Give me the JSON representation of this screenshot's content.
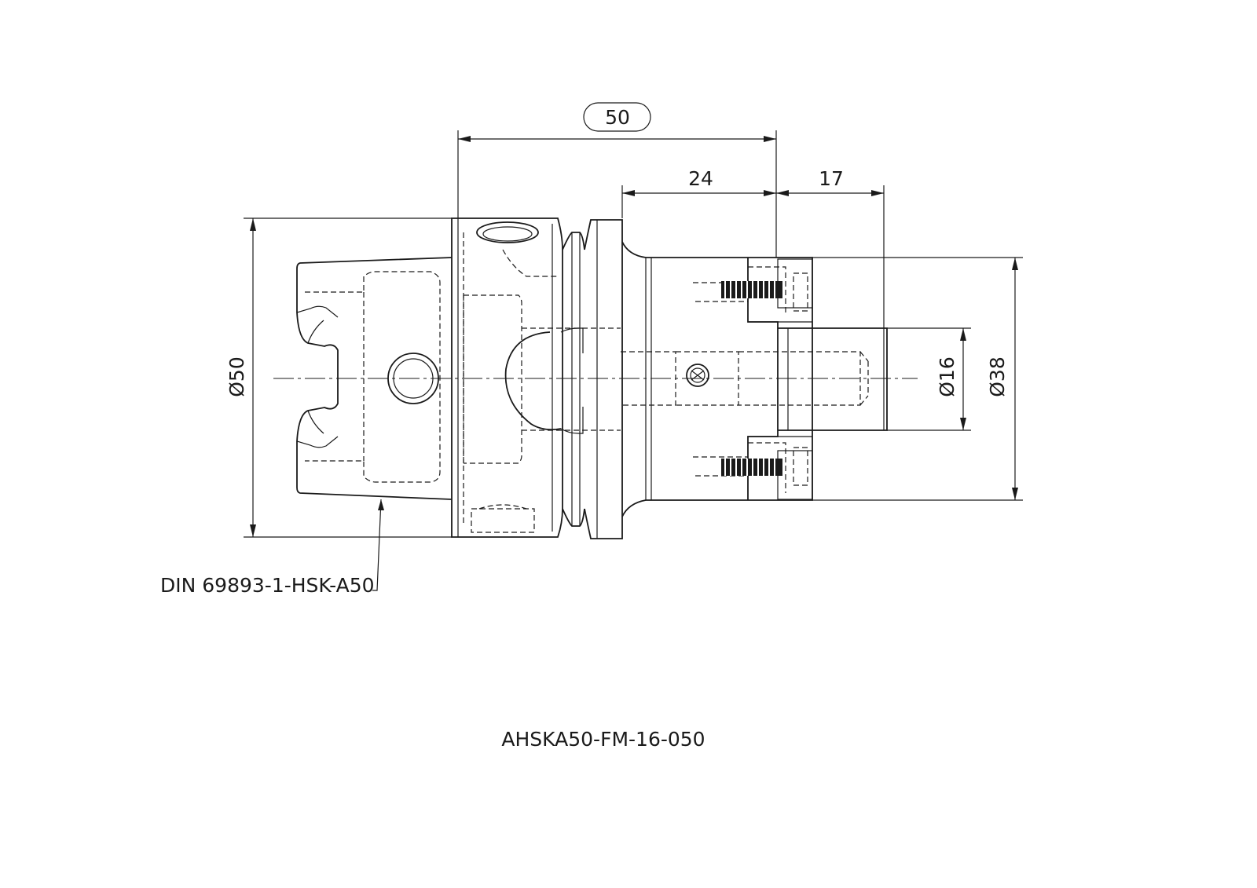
{
  "drawing": {
    "dimensions": {
      "overall_length": "50",
      "flange_length": "24",
      "bore_depth": "17",
      "taper_diameter": "Ø50",
      "bore_diameter": "Ø16",
      "body_diameter": "Ø38"
    },
    "standard_note": "DIN 69893-1-HSK-A50",
    "part_number": "AHSKA50-FM-16-050"
  }
}
